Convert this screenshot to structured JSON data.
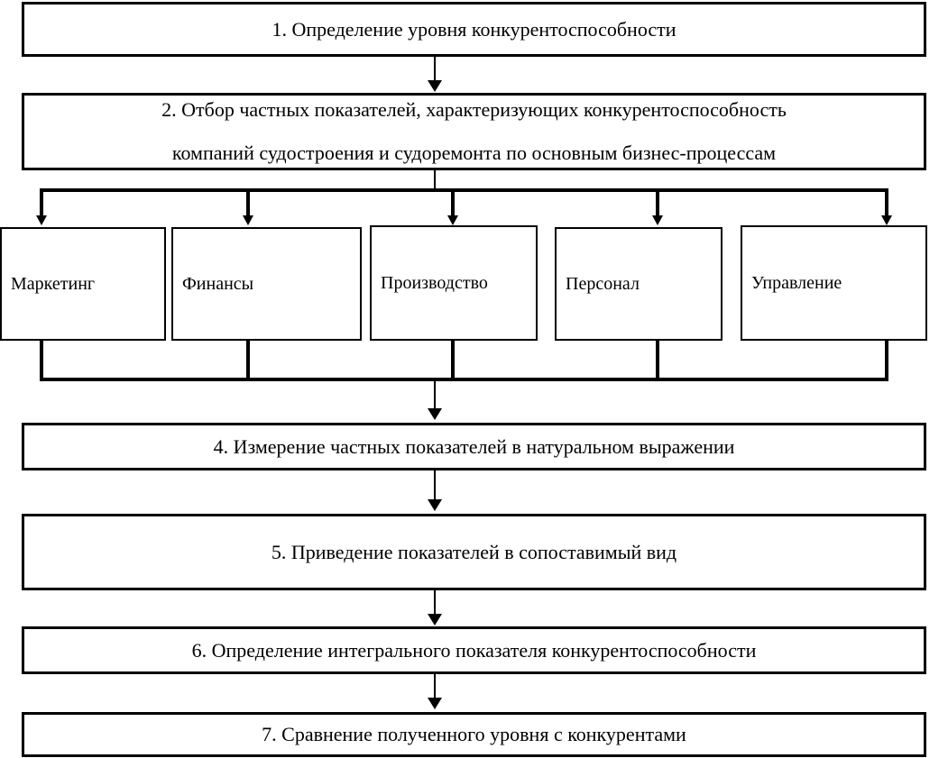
{
  "diagram": {
    "title_present": false,
    "colors": {
      "line": "#000000",
      "background": "#ffffff",
      "text": "#000000"
    },
    "stages": [
      {
        "id": "stage-1",
        "text": "1. Определение уровня конкурентоспособности"
      },
      {
        "id": "stage-2",
        "line1": "2. Отбор частных показателей, характеризующих конкурентоспособность",
        "line2": "компаний судостроения и судоремонта по основным бизнес-процессам"
      },
      {
        "id": "stage-4",
        "text": "4. Измерение частных показателей в натуральном выражении"
      },
      {
        "id": "stage-5",
        "text": "5. Приведение показателей в сопоставимый вид"
      },
      {
        "id": "stage-6",
        "text": "6. Определение интегрального показателя конкурентоспособности"
      },
      {
        "id": "stage-7",
        "text": "7. Сравнение полученного уровня с конкурентами"
      }
    ],
    "processes": [
      {
        "id": "process-marketing",
        "label": "Маркетинг"
      },
      {
        "id": "process-finance",
        "label": "Финансы"
      },
      {
        "id": "process-production",
        "label": "Производство"
      },
      {
        "id": "process-personnel",
        "label": "Персонал"
      },
      {
        "id": "process-management",
        "label": "Управление"
      }
    ]
  }
}
